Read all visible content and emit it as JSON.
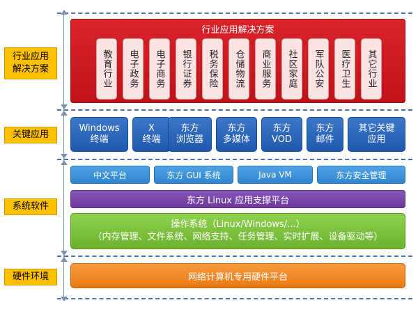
{
  "labels": {
    "industry": [
      "行业应用",
      "解决方案"
    ],
    "key_apps": "关键应用",
    "system_software": "系统软件",
    "hardware": "硬件环境"
  },
  "industry_panel": {
    "title": "行业应用解决方案",
    "items": [
      "教育行业",
      "电子政务",
      "电子商务",
      "银行证券",
      "税务保险",
      "仓储物流",
      "商业服务",
      "社区家庭",
      "军队公安",
      "医疗卫生",
      "其它行业"
    ]
  },
  "key_apps": [
    [
      "Windows",
      "终端"
    ],
    [
      "X",
      "终端"
    ],
    [
      "东方",
      "浏览器"
    ],
    [
      "东方",
      "多媒体"
    ],
    [
      "东方",
      "VOD"
    ],
    [
      "东方",
      "邮件"
    ],
    [
      "其它关键",
      "应用"
    ]
  ],
  "platforms": [
    "中文平台",
    "东方 GUI 系统",
    "Java VM",
    "东方安全管理"
  ],
  "support_platform": "东方 Linux 应用支撑平台",
  "os": {
    "line1": "操作系统（Linux/Windows/...）",
    "line2": "（内存管理、文件系统、网络支持、任务管理、实时扩展、设备驱动等）"
  },
  "hardware_platform": "网络计算机专用硬件平台",
  "colors": {
    "label_bg": "#ffc000",
    "industry": "#d9242a",
    "key_apps": "#2f67bd",
    "platforms": "#3b95dc",
    "support": "#7a48aa",
    "os": "#7dc03d",
    "hardware": "#f08a26",
    "dash": "#4a6fb5"
  }
}
